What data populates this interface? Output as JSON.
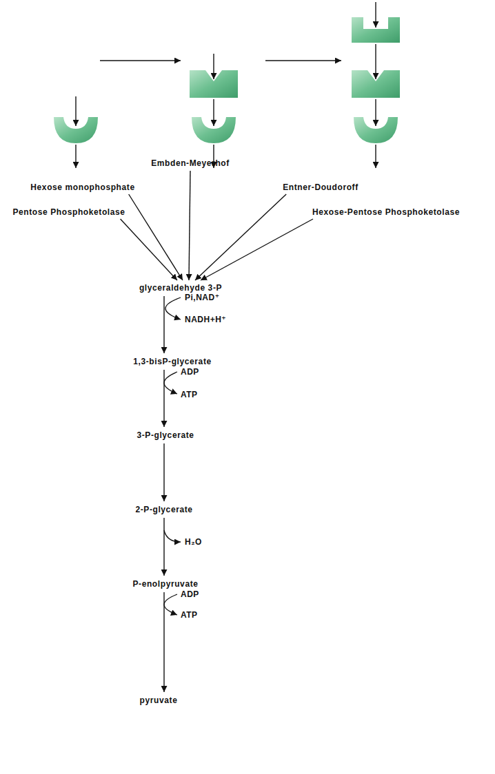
{
  "diagram": {
    "nodes": [
      {
        "text": [
          "Embden-Meyerhof"
        ]
      },
      {
        "text": [
          "Hexose monophosphate"
        ]
      },
      {
        "text": [
          "Entner-Doudoroff"
        ]
      },
      {
        "text": [
          "Pentose Phosphoketolase"
        ]
      },
      {
        "text": [
          "Hexose-Pentose Phosphoketolase"
        ]
      },
      {
        "text": [
          "glyceraldehyde 3-P"
        ]
      },
      {
        "text": [
          "1,3-bisP-glycerate"
        ]
      },
      {
        "text": [
          "3-P-glycerate"
        ]
      },
      {
        "text": [
          "2-P-glycerate"
        ]
      },
      {
        "text": [
          "P-enolpyruvate"
        ]
      },
      {
        "text": [
          "pyruvate"
        ]
      }
    ],
    "edges": [
      {
        "from": 0,
        "to": 5,
        "arrow": "to"
      },
      {
        "from": 1,
        "to": 5,
        "arrow": "to"
      },
      {
        "from": 2,
        "to": 5,
        "arrow": "to"
      },
      {
        "from": 3,
        "to": 5,
        "arrow": "to"
      },
      {
        "from": 4,
        "to": 5,
        "arrow": "to"
      },
      {
        "from": 5,
        "to": 6,
        "arrow": "to"
      },
      {
        "from": 6,
        "to": 7,
        "arrow": "to"
      },
      {
        "from": 7,
        "to": 8,
        "arrow": "to"
      },
      {
        "from": 8,
        "to": 9,
        "arrow": "to"
      },
      {
        "from": 9,
        "to": 10,
        "arrow": "to"
      }
    ],
    "labels": [
      "Pi,NAD⁺",
      "NADH+H⁺",
      "ADP",
      "ATP",
      "H₂O",
      "ADP",
      "ATP"
    ]
  }
}
